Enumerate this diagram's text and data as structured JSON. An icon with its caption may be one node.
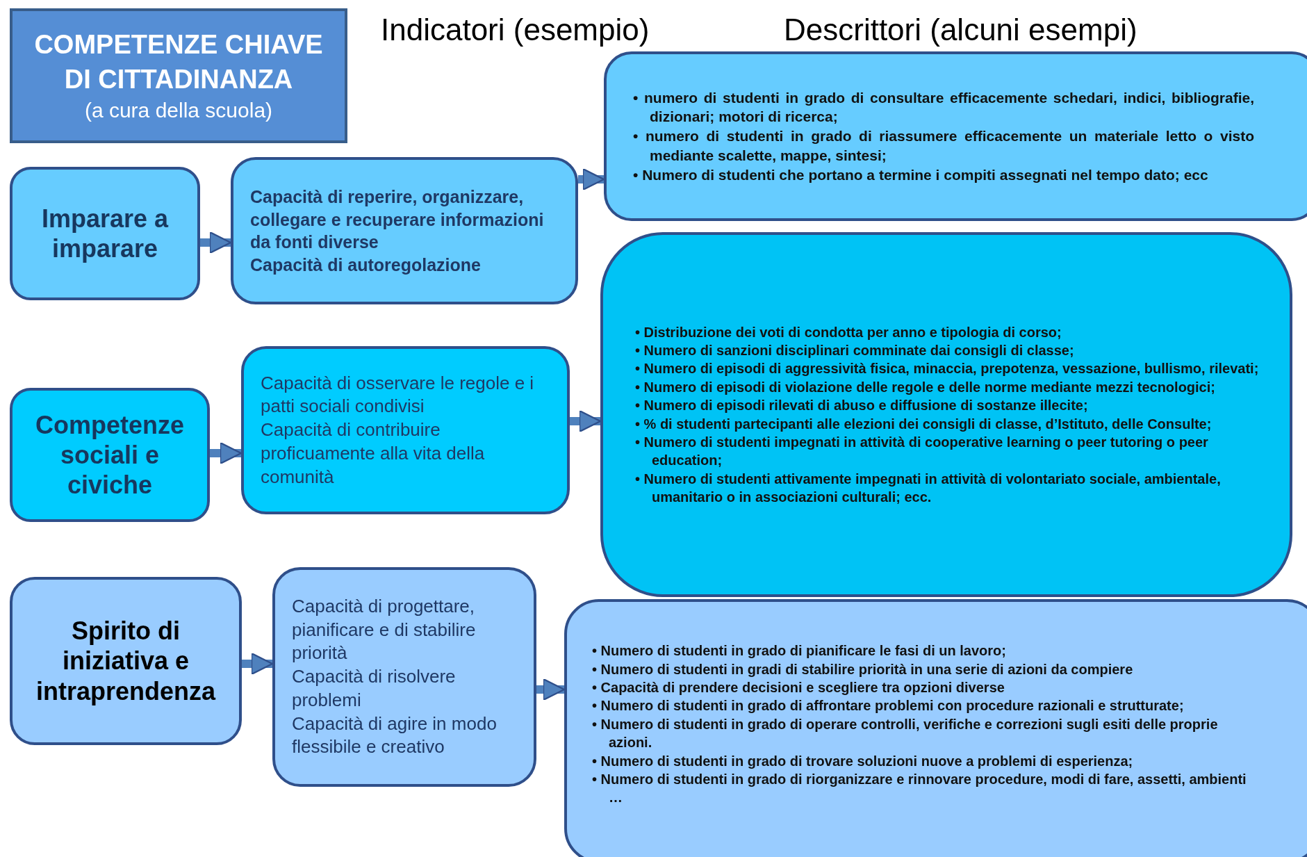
{
  "diagram": {
    "nodes": [
      {
        "text": [
          "COMPETENZE CHIAVE DI CITTADINANZA",
          "(a cura della scuola)"
        ]
      },
      {
        "text": [
          "Imparare a imparare"
        ]
      },
      {
        "text": [
          "Capacità di reperire, organizzare, collegare e recuperare informazioni da fonti diverse",
          "Capacità di autoregolazione"
        ]
      },
      {
        "text": [
          "• numero di studenti in grado di consultare efficacemente schedari, indici, bibliografie, dizionari; motori di ricerca;",
          "• numero di studenti in grado di riassumere efficacemente un materiale letto o visto mediante scalette, mappe, sintesi;",
          "• Numero di studenti che portano a termine i compiti assegnati nel tempo dato; ecc"
        ]
      },
      {
        "text": [
          "Competenze sociali e civiche"
        ]
      },
      {
        "text": [
          "Capacità di osservare le regole e i patti sociali condivisi",
          "Capacità di contribuire proficuamente alla vita della comunità"
        ]
      },
      {
        "text": [
          "• Distribuzione dei voti di condotta per anno e tipologia di corso;",
          "• Numero di sanzioni disciplinari comminate dai consigli di classe;",
          "• Numero di episodi di aggressività fisica, minaccia, prepotenza, vessazione, bullismo, rilevati;",
          "• Numero di episodi di violazione delle regole e delle norme mediante mezzi tecnologici;",
          "• Numero di episodi rilevati di abuso e diffusione di sostanze illecite;",
          "• % di studenti partecipanti alle elezioni dei consigli di classe, d’Istituto, delle Consulte;",
          "• Numero di studenti impegnati in attività di cooperative learning o peer tutoring o peer education;",
          "• Numero di studenti attivamente impegnati in attività di volontariato sociale, ambientale, umanitario o in associazioni culturali; ecc."
        ]
      },
      {
        "text": [
          "Spirito di iniziativa e intraprendenza"
        ]
      },
      {
        "text": [
          "Capacità di progettare, pianificare e di stabilire priorità",
          "Capacità di risolvere problemi",
          "Capacità di agire in modo flessibile e creativo"
        ]
      },
      {
        "text": [
          "• Numero di studenti in grado di pianificare le fasi di un lavoro;",
          "• Numero di studenti in gradi di stabilire priorità in una serie di azioni da compiere",
          "• Capacità di prendere decisioni e scegliere tra opzioni diverse",
          "• Numero di studenti in grado di affrontare problemi con procedure razionali e strutturate;",
          "• Numero di studenti in grado di operare controlli, verifiche e correzioni sugli esiti delle proprie azioni.",
          "• Numero di studenti in grado di trovare soluzioni nuove a problemi di esperienza;",
          "• Numero di studenti in grado di riorganizzare e rinnovare procedure, modi di fare, assetti, ambienti …"
        ]
      }
    ],
    "edges": [
      {
        "from": 1,
        "to": 2,
        "arrow": "to"
      },
      {
        "from": 2,
        "to": 3,
        "arrow": "to"
      },
      {
        "from": 4,
        "to": 5,
        "arrow": "to"
      },
      {
        "from": 5,
        "to": 6,
        "arrow": "to"
      },
      {
        "from": 7,
        "to": 8,
        "arrow": "to"
      },
      {
        "from": 8,
        "to": 9,
        "arrow": "to"
      }
    ],
    "labels": [
      "Indicatori (esempio)",
      "Descrittori (alcuni esempi)"
    ]
  }
}
